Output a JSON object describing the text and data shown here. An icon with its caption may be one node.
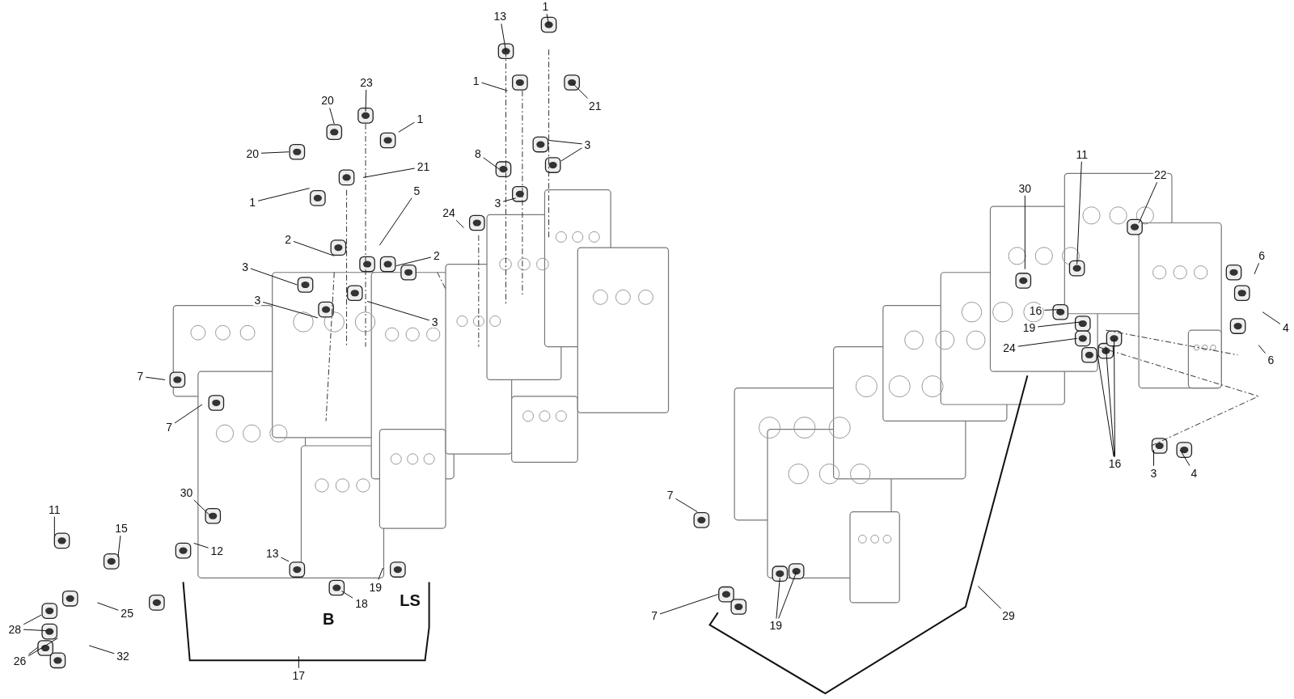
{
  "diagram": {
    "nodes": [
      {
        "text": [
          "13"
        ]
      },
      {
        "text": [
          "1"
        ]
      },
      {
        "text": [
          "1"
        ]
      },
      {
        "text": [
          "21"
        ]
      },
      {
        "text": [
          "23"
        ]
      },
      {
        "text": [
          "20"
        ]
      },
      {
        "text": [
          "1"
        ]
      },
      {
        "text": [
          "20"
        ]
      },
      {
        "text": [
          "21"
        ]
      },
      {
        "text": [
          "3"
        ]
      },
      {
        "text": [
          "8"
        ]
      },
      {
        "text": [
          "5"
        ]
      },
      {
        "text": [
          "3"
        ]
      },
      {
        "text": [
          "24"
        ]
      },
      {
        "text": [
          "1"
        ]
      },
      {
        "text": [
          "2"
        ]
      },
      {
        "text": [
          "2"
        ]
      },
      {
        "text": [
          "3"
        ]
      },
      {
        "text": [
          "3"
        ]
      },
      {
        "text": [
          "3"
        ]
      },
      {
        "text": [
          "7"
        ]
      },
      {
        "text": [
          "7"
        ]
      },
      {
        "text": [
          "30"
        ]
      },
      {
        "text": [
          "11"
        ]
      },
      {
        "text": [
          "15"
        ]
      },
      {
        "text": [
          "12"
        ]
      },
      {
        "text": [
          "13"
        ]
      },
      {
        "text": [
          "19"
        ]
      },
      {
        "text": [
          "18"
        ]
      },
      {
        "text": [
          "25"
        ]
      },
      {
        "text": [
          "28"
        ]
      },
      {
        "text": [
          "32"
        ]
      },
      {
        "text": [
          "26"
        ]
      },
      {
        "text": [
          "17"
        ]
      },
      {
        "text": [
          "11"
        ]
      },
      {
        "text": [
          "22"
        ]
      },
      {
        "text": [
          "30"
        ]
      },
      {
        "text": [
          "6"
        ]
      },
      {
        "text": [
          "16"
        ]
      },
      {
        "text": [
          "4"
        ]
      },
      {
        "text": [
          "19"
        ]
      },
      {
        "text": [
          "24"
        ]
      },
      {
        "text": [
          "6"
        ]
      },
      {
        "text": [
          "7"
        ]
      },
      {
        "text": [
          "16"
        ]
      },
      {
        "text": [
          "3"
        ]
      },
      {
        "text": [
          "4"
        ]
      },
      {
        "text": [
          "7"
        ]
      },
      {
        "text": [
          "19"
        ]
      },
      {
        "text": [
          "29"
        ]
      }
    ],
    "edges": [
      {
        "from": 0,
        "to": null,
        "arrow": "none"
      },
      {
        "from": 1,
        "to": null,
        "arrow": "none"
      },
      {
        "from": 2,
        "to": null,
        "arrow": "none"
      },
      {
        "from": 3,
        "to": null,
        "arrow": "none"
      },
      {
        "from": 4,
        "to": null,
        "arrow": "none"
      },
      {
        "from": 5,
        "to": null,
        "arrow": "none"
      },
      {
        "from": 6,
        "to": null,
        "arrow": "none"
      },
      {
        "from": 7,
        "to": null,
        "arrow": "none"
      },
      {
        "from": 8,
        "to": null,
        "arrow": "none"
      },
      {
        "from": 9,
        "to": null,
        "arrow": "none"
      },
      {
        "from": 9,
        "to": null,
        "arrow": "none"
      },
      {
        "from": 10,
        "to": null,
        "arrow": "none"
      },
      {
        "from": 11,
        "to": null,
        "arrow": "none"
      },
      {
        "from": 12,
        "to": null,
        "arrow": "none"
      },
      {
        "from": 13,
        "to": null,
        "arrow": "none"
      },
      {
        "from": 14,
        "to": null,
        "arrow": "none"
      },
      {
        "from": 15,
        "to": null,
        "arrow": "none"
      },
      {
        "from": 16,
        "to": null,
        "arrow": "none"
      },
      {
        "from": 17,
        "to": null,
        "arrow": "none"
      },
      {
        "from": 18,
        "to": null,
        "arrow": "none"
      },
      {
        "from": 19,
        "to": null,
        "arrow": "none"
      },
      {
        "from": 20,
        "to": null,
        "arrow": "none"
      },
      {
        "from": 21,
        "to": null,
        "arrow": "none"
      },
      {
        "from": 22,
        "to": null,
        "arrow": "none"
      },
      {
        "from": 23,
        "to": null,
        "arrow": "none"
      },
      {
        "from": 24,
        "to": null,
        "arrow": "none"
      },
      {
        "from": 25,
        "to": null,
        "arrow": "none"
      },
      {
        "from": 26,
        "to": null,
        "arrow": "none"
      },
      {
        "from": 27,
        "to": null,
        "arrow": "none"
      },
      {
        "from": 28,
        "to": null,
        "arrow": "none"
      },
      {
        "from": 29,
        "to": null,
        "arrow": "none"
      },
      {
        "from": 30,
        "to": null,
        "arrow": "none"
      },
      {
        "from": 30,
        "to": null,
        "arrow": "none"
      },
      {
        "from": 31,
        "to": null,
        "arrow": "none"
      },
      {
        "from": 32,
        "to": null,
        "arrow": "none"
      },
      {
        "from": 32,
        "to": null,
        "arrow": "none"
      },
      {
        "from": 33,
        "to": null,
        "arrow": "none"
      },
      {
        "from": 34,
        "to": null,
        "arrow": "none"
      },
      {
        "from": 35,
        "to": null,
        "arrow": "none"
      },
      {
        "from": 36,
        "to": null,
        "arrow": "none"
      },
      {
        "from": 37,
        "to": null,
        "arrow": "none"
      },
      {
        "from": 38,
        "to": null,
        "arrow": "none"
      },
      {
        "from": 39,
        "to": null,
        "arrow": "none"
      },
      {
        "from": 40,
        "to": null,
        "arrow": "none"
      },
      {
        "from": 41,
        "to": null,
        "arrow": "none"
      },
      {
        "from": 42,
        "to": null,
        "arrow": "none"
      },
      {
        "from": 43,
        "to": null,
        "arrow": "none"
      },
      {
        "from": 44,
        "to": null,
        "arrow": "none"
      },
      {
        "from": 44,
        "to": null,
        "arrow": "none"
      },
      {
        "from": 44,
        "to": null,
        "arrow": "none"
      },
      {
        "from": 45,
        "to": null,
        "arrow": "none"
      },
      {
        "from": 46,
        "to": null,
        "arrow": "none"
      },
      {
        "from": 47,
        "to": null,
        "arrow": "none"
      },
      {
        "from": 48,
        "to": null,
        "arrow": "none"
      },
      {
        "from": 48,
        "to": null,
        "arrow": "none"
      },
      {
        "from": 49,
        "to": null,
        "arrow": "none"
      }
    ],
    "labels": [
      "B",
      "LS"
    ]
  }
}
